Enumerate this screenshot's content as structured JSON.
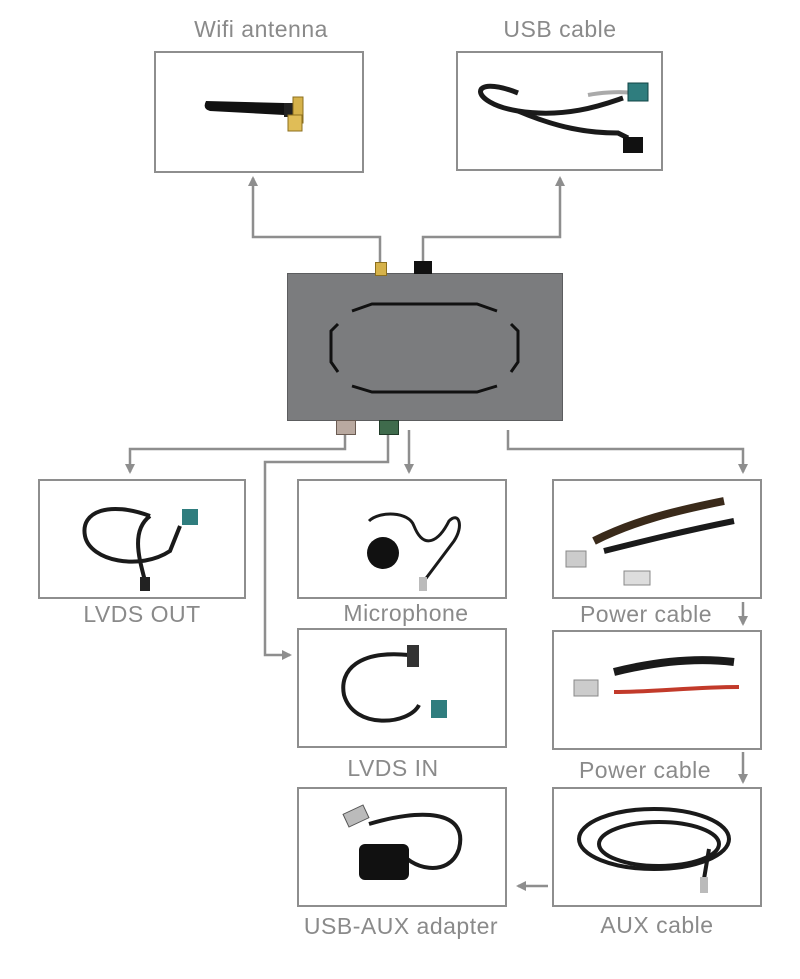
{
  "components": {
    "wifi_antenna": "Wifi antenna",
    "usb_cable": "USB cable",
    "lvds_out": "LVDS OUT",
    "microphone": "Microphone",
    "power_cable_1": "Power cable",
    "lvds_in": "LVDS IN",
    "power_cable_2": "Power cable",
    "usb_aux_adapter": "USB-AUX adapter",
    "aux_cable": "AUX cable"
  },
  "colors": {
    "connector_line": "#8e8e8e",
    "unit_body": "#7b7c7e",
    "label_text": "#8a8a8a"
  }
}
